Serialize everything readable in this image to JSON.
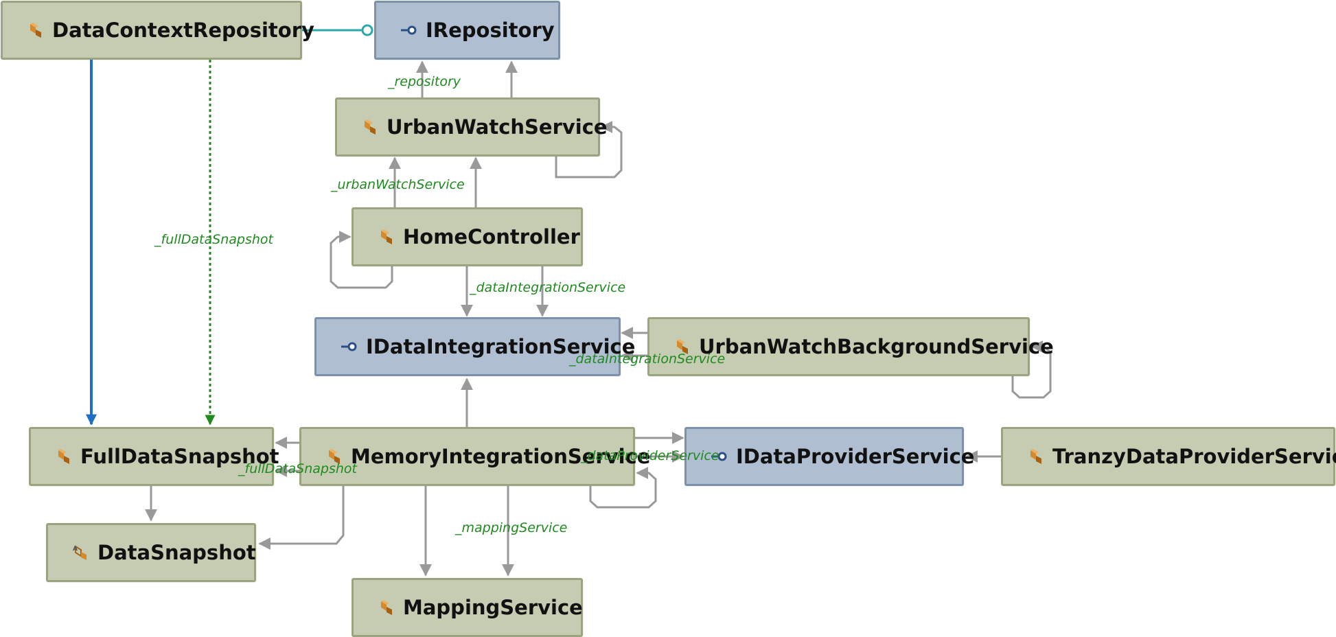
{
  "nodes": {
    "data_context_repository": "DataContextRepository",
    "irepository": "IRepository",
    "urban_watch_service": "UrbanWatchService",
    "home_controller": "HomeController",
    "idata_integration_service": "IDataIntegrationService",
    "urban_watch_background_service": "UrbanWatchBackgroundService",
    "full_data_snapshot": "FullDataSnapshot",
    "memory_integration_service": "MemoryIntegrationService",
    "idata_provider_service": "IDataProviderService",
    "tranzy_data_provider_service": "TranzyDataProviderService",
    "data_snapshot": "DataSnapshot",
    "mapping_service": "MappingService"
  },
  "edge_labels": {
    "repository": "_repository",
    "urban_watch_service": "_urbanWatchService",
    "full_data_snapshot_dashed": "_fullDataSnapshot",
    "data_integration_service_home": "_dataIntegrationService",
    "data_integration_service_bg": "_dataIntegrationService",
    "full_data_snapshot_mem": "_fullDataSnapshot",
    "data_provider_service": "_dataProviderService",
    "mapping_service": "_mappingService"
  },
  "colors": {
    "class_fill": "#c6ccb1",
    "class_border": "#9aa47e",
    "interface_fill": "#afbfd1",
    "interface_border": "#7b92ad",
    "dependency_arrow": "#999999",
    "inheritance_arrow": "#1e6fc8",
    "realization_line": "#2aa8b0",
    "dashed_arrow": "#1f8a1f",
    "label_text": "#1f8a1f"
  }
}
